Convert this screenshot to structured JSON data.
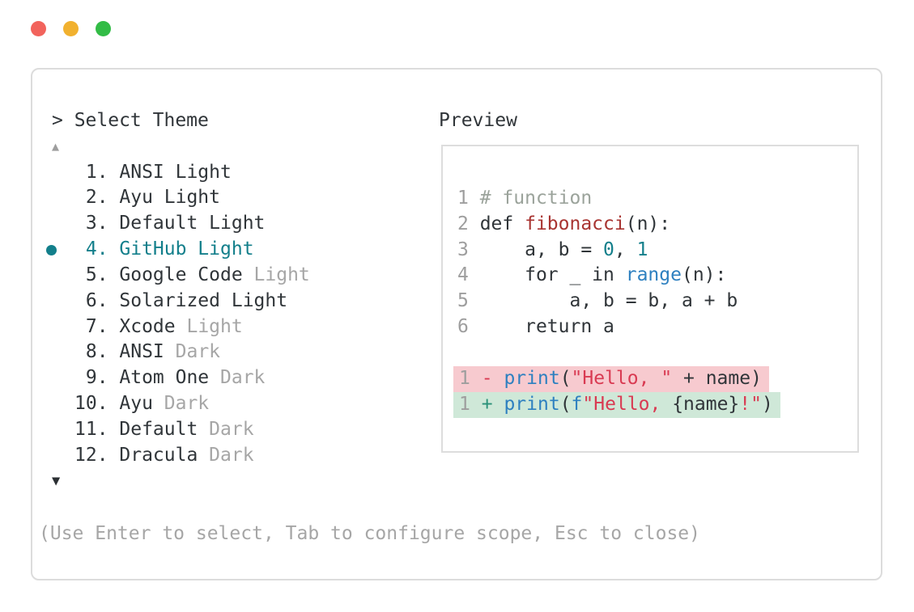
{
  "window": {
    "controls": [
      {
        "name": "close",
        "color": "#f2635c"
      },
      {
        "name": "minimize",
        "color": "#f1b12f"
      },
      {
        "name": "zoom",
        "color": "#32bc46"
      }
    ]
  },
  "colors": {
    "text": "#303539",
    "muted": "#a6a6a6",
    "linenum": "#9e9e9e",
    "teal": "#137f8b",
    "blue": "#2e80c0",
    "crimson": "#d93a52",
    "brick": "#a83431",
    "comment": "#9ba39b",
    "added": "#2a9178",
    "removed_bg": "#f7cacf",
    "added_bg": "#cfe8d8",
    "scroll_up": "#9e9e9e",
    "scroll_down": "#2b2f33",
    "border": "#dcdcdc"
  },
  "panel": {
    "title": "> Select Theme",
    "help_text": "(Use Enter to select, Tab to configure scope, Esc to close)"
  },
  "theme_list": {
    "scroll_up_indicator": "▲",
    "scroll_down_indicator": "▼",
    "selected_index": 3,
    "items": [
      {
        "number": " 1.",
        "selected": false,
        "parts": [
          [
            "ANSI Light",
            "text"
          ]
        ]
      },
      {
        "number": " 2.",
        "selected": false,
        "parts": [
          [
            "Ayu Light",
            "text"
          ]
        ]
      },
      {
        "number": " 3.",
        "selected": false,
        "parts": [
          [
            "Default Light",
            "text"
          ]
        ]
      },
      {
        "number": " 4.",
        "selected": true,
        "parts": [
          [
            "GitHub Light",
            "teal"
          ]
        ]
      },
      {
        "number": " 5.",
        "selected": false,
        "parts": [
          [
            "Google Code ",
            "text"
          ],
          [
            "Light",
            "muted"
          ]
        ]
      },
      {
        "number": " 6.",
        "selected": false,
        "parts": [
          [
            "Solarized Light",
            "text"
          ]
        ]
      },
      {
        "number": " 7.",
        "selected": false,
        "parts": [
          [
            "Xcode ",
            "text"
          ],
          [
            "Light",
            "muted"
          ]
        ]
      },
      {
        "number": " 8.",
        "selected": false,
        "parts": [
          [
            "ANSI ",
            "text"
          ],
          [
            "Dark",
            "muted"
          ]
        ]
      },
      {
        "number": " 9.",
        "selected": false,
        "parts": [
          [
            "Atom One ",
            "text"
          ],
          [
            "Dark",
            "muted"
          ]
        ]
      },
      {
        "number": "10.",
        "selected": false,
        "parts": [
          [
            "Ayu ",
            "text"
          ],
          [
            "Dark",
            "muted"
          ]
        ]
      },
      {
        "number": "11.",
        "selected": false,
        "parts": [
          [
            "Default ",
            "text"
          ],
          [
            "Dark",
            "muted"
          ]
        ]
      },
      {
        "number": "12.",
        "selected": false,
        "parts": [
          [
            "Dracula ",
            "text"
          ],
          [
            "Dark",
            "muted"
          ]
        ]
      }
    ]
  },
  "preview": {
    "label": "Preview",
    "code_lines": [
      {
        "number": "1",
        "tokens": [
          [
            "# function",
            "comment"
          ]
        ]
      },
      {
        "number": "2",
        "tokens": [
          [
            "def ",
            "text"
          ],
          [
            "fibonacci",
            "brick"
          ],
          [
            "(n):",
            "text"
          ]
        ]
      },
      {
        "number": "3",
        "tokens": [
          [
            "    a, b = ",
            "text"
          ],
          [
            "0",
            "teal"
          ],
          [
            ", ",
            "text"
          ],
          [
            "1",
            "teal"
          ]
        ]
      },
      {
        "number": "4",
        "tokens": [
          [
            "    for _ in ",
            "text"
          ],
          [
            "range",
            "blue"
          ],
          [
            "(n):",
            "text"
          ]
        ]
      },
      {
        "number": "5",
        "tokens": [
          [
            "        a, b = b, a + b",
            "text"
          ]
        ]
      },
      {
        "number": "6",
        "tokens": [
          [
            "    return a",
            "text"
          ]
        ]
      }
    ],
    "diff_lines": [
      {
        "number": "1",
        "marker": "-",
        "marker_color": "crimson",
        "bg": "removed_bg",
        "tokens": [
          [
            "print",
            "blue"
          ],
          [
            "(",
            "text"
          ],
          [
            "\"Hello, \"",
            "crimson"
          ],
          [
            " + name)",
            "text"
          ]
        ]
      },
      {
        "number": "1",
        "marker": "+",
        "marker_color": "added",
        "bg": "added_bg",
        "tokens": [
          [
            "print",
            "blue"
          ],
          [
            "(",
            "text"
          ],
          [
            "f",
            "blue"
          ],
          [
            "\"Hello, ",
            "crimson"
          ],
          [
            "{name}",
            "text"
          ],
          [
            "!\"",
            "crimson"
          ],
          [
            ")",
            "text"
          ]
        ]
      }
    ]
  }
}
